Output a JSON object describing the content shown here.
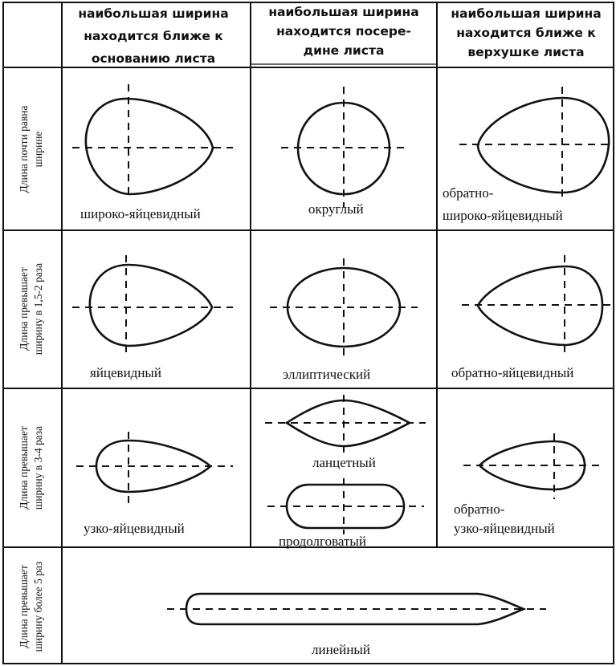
{
  "headers": {
    "col1": [
      "наибольшая ширина",
      "находится ближе к",
      "основанию листа"
    ],
    "col2": [
      "наибольшая ширина",
      "находится посере-",
      "дине листа"
    ],
    "col3": [
      "наибольшая ширина",
      "находится ближе к",
      "верхушке листа"
    ]
  },
  "rows": {
    "r1": [
      "Длина почти равна",
      "ширине"
    ],
    "r2": [
      "Длина превышает",
      "ширину в 1,5-2 раза"
    ],
    "r3": [
      "Длина превышает",
      "ширину в 3-4 раза"
    ],
    "r4": [
      "Длина превышает",
      "ширину более 5 раз"
    ]
  },
  "shapes": {
    "broad_ovate": "широко-яйцевидный",
    "round": "округлый",
    "obovate_broad_1": "обратно-",
    "obovate_broad_2": "широко-яйцевидный",
    "ovate": "яйцевидный",
    "elliptic": "эллиптический",
    "obovate": "обратно-яйцевидный",
    "lanceolate": "ланцетный",
    "oblong": "продолговатый",
    "narrow_ovate": "узко-яйцевидный",
    "obovate_narrow_1": "обратно-",
    "obovate_narrow_2": "узко-яйцевидный",
    "linear": "линейный"
  }
}
